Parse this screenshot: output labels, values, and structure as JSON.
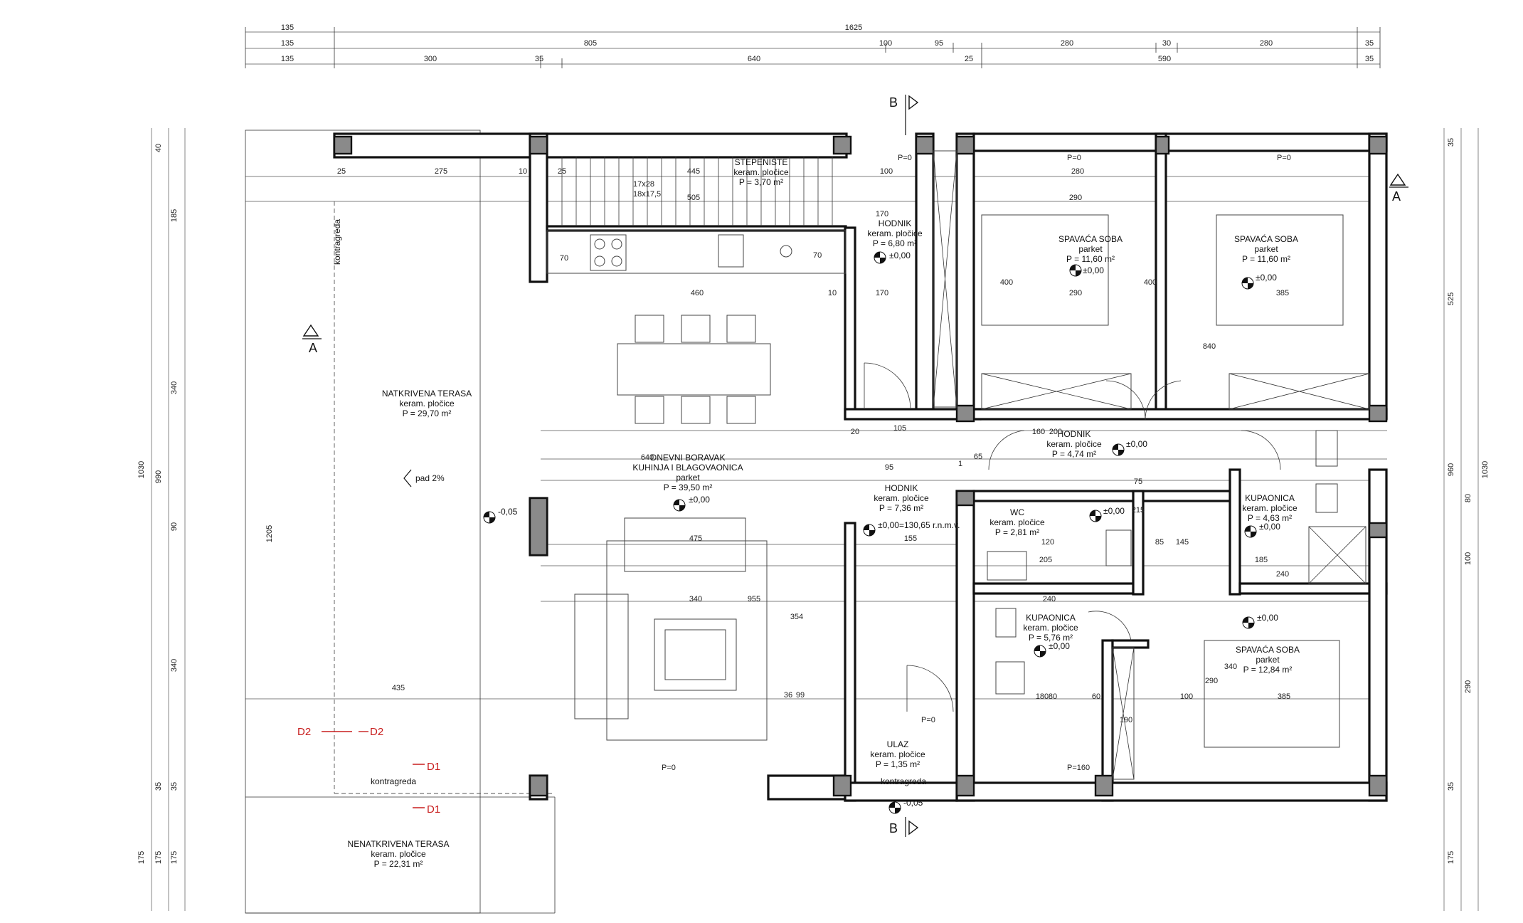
{
  "rooms": [
    {
      "name": "STEPENIŠTE",
      "floor": "keram. pločice",
      "area": "P = 3,70 m²"
    },
    {
      "name": "HODNIK",
      "floor": "keram. pločice",
      "area": "P = 6,80 m²"
    },
    {
      "name": "SPAVAĆA SOBA",
      "floor": "parket",
      "area": "P = 11,60 m²"
    },
    {
      "name": "SPAVAĆA SOBA",
      "floor": "parket",
      "area": "P = 11,60 m²"
    },
    {
      "name": "NATKRIVENA TERASA",
      "floor": "keram. pločice",
      "area": "P = 29,70 m²"
    },
    {
      "name": "DNEVNI BORAVAK",
      "name2": "KUHINJA I BLAGOVAONICA",
      "floor": "parket",
      "area": "P = 39,50 m²"
    },
    {
      "name": "HODNIK",
      "floor": "keram. pločice",
      "area": "P = 4,74 m²"
    },
    {
      "name": "HODNIK",
      "floor": "keram. pločice",
      "area": "P = 7,36 m²"
    },
    {
      "name": "WC",
      "floor": "keram. pločice",
      "area": "P = 2,81 m²"
    },
    {
      "name": "KUPAONICA",
      "floor": "keram. pločice",
      "area": "P = 4,63 m²"
    },
    {
      "name": "KUPAONICA",
      "floor": "keram. pločice",
      "area": "P = 5,76 m²"
    },
    {
      "name": "SPAVAĆA SOBA",
      "floor": "parket",
      "area": "P = 12,84 m²"
    },
    {
      "name": "ULAZ",
      "floor": "keram. pločice",
      "area": "P = 1,35 m²"
    },
    {
      "name": "NENATKRIVENA TERASA",
      "floor": "keram. pločice",
      "area": "P = 22,31 m²"
    }
  ],
  "levels": {
    "hodnik_top": "±0,00",
    "spavaca1": "±0,00",
    "spavaca2": "±0,00",
    "boravak": "±0,00",
    "terasa": "-0,05",
    "hodnik_mid": "±0,00",
    "wc": "±0,00",
    "kup1": "±0,00",
    "kup2": "±0,00",
    "ref": "±0,00=130,65 r.n.m.v.",
    "spavaca3": "±0,00",
    "ulaz": "-0,05"
  },
  "labels": {
    "section_a": "A",
    "section_b": "B",
    "slope": "pad 2%",
    "kontragreda": "kontragreda",
    "p0": "P=0",
    "p160": "P=160",
    "stair_info1": "17x28",
    "stair_info2": "18x17,5",
    "d1": "D1",
    "d2": "D2"
  },
  "dims": {
    "top_total": "1625",
    "top_row2": [
      "135",
      "805",
      "100",
      "95",
      "280",
      "30",
      "280",
      "35"
    ],
    "top_row3": [
      "135",
      "300",
      "35",
      "640",
      "25",
      "590",
      "35"
    ],
    "top_row1_left": "135",
    "left_col1": [
      "40",
      "185",
      "340",
      "90",
      "340",
      "35",
      "175"
    ],
    "left_col2": [
      "40",
      "990",
      "35",
      "175"
    ],
    "left_col3": [
      "35",
      "960",
      "35",
      "175"
    ],
    "left_total": "1030",
    "left_1205": "1205",
    "right_col1": [
      "35",
      "525",
      "960",
      "80",
      "100",
      "290",
      "35",
      "175"
    ],
    "right_total": "1030",
    "inner": [
      "25",
      "275",
      "10",
      "25",
      "445",
      "505",
      "70",
      "100",
      "170",
      "280",
      "290",
      "460",
      "10",
      "170",
      "290",
      "400",
      "385",
      "400",
      "640",
      "475",
      "155",
      "340",
      "354",
      "435",
      "99",
      "36",
      "205",
      "240",
      "120",
      "185",
      "145",
      "75",
      "215",
      "85",
      "65",
      "105",
      "95",
      "20",
      "200",
      "1",
      "180",
      "80",
      "60",
      "190",
      "100",
      "385",
      "290",
      "240",
      "340",
      "840",
      "955",
      "160"
    ]
  }
}
